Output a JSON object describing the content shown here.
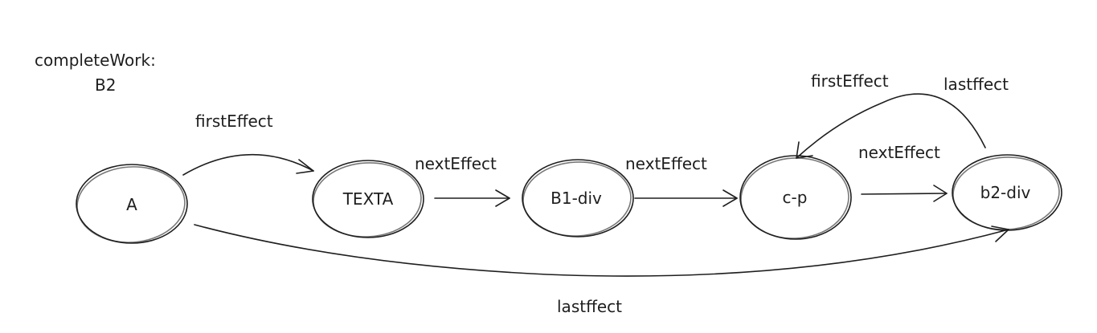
{
  "note": {
    "line1": "completeWork:",
    "line2": "B2"
  },
  "nodes": {
    "a": "A",
    "texta": "TEXTA",
    "b1": "B1-div",
    "cp": "c-p",
    "b2": "b2-div"
  },
  "edges": {
    "a_to_texta": "firstEffect",
    "texta_to_b1": "nextEffect",
    "b1_to_cp": "nextEffect",
    "cp_to_b2": "nextEffect",
    "b2_to_cp_first": "firstEffect",
    "b2_to_cp_last": "lastffect",
    "a_to_b2": "lastffect"
  },
  "colors": {
    "ink": "#1e1e1e",
    "background": "#ffffff"
  }
}
